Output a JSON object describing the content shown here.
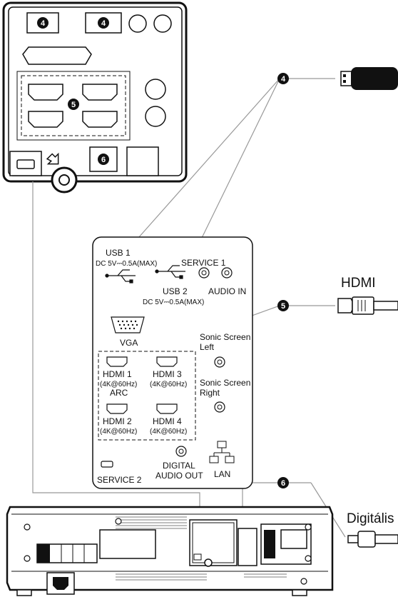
{
  "callouts": {
    "usb": "4",
    "hdmi": "5",
    "optical": "6"
  },
  "panel": {
    "usb1_label": "USB 1",
    "usb1_spec": "DC 5V⎓0.5A(MAX)",
    "service1_label": "SERVICE 1",
    "audio_in_label": "AUDIO IN",
    "usb2_label": "USB 2",
    "usb2_spec": "DC 5V⎓0.5A(MAX)",
    "vga_label": "VGA",
    "sonic_left_line1": "Sonic Screen",
    "sonic_left_line2": "Left",
    "sonic_right_line1": "Sonic Screen",
    "sonic_right_line2": "Right",
    "hdmi1_label": "HDMI 1",
    "hdmi1_spec": "(4K@60Hz)",
    "hdmi1_arc": "ARC",
    "hdmi3_label": "HDMI 3",
    "hdmi3_spec": "(4K@60Hz)",
    "hdmi2_label": "HDMI 2",
    "hdmi2_spec": "(4K@60Hz)",
    "hdmi4_label": "HDMI 4",
    "hdmi4_spec": "(4K@60Hz)",
    "digital_audio_line1": "DIGITAL",
    "digital_audio_line2": "AUDIO OUT",
    "service2_label": "SERVICE 2",
    "lan_label": "LAN"
  },
  "devices": {
    "hdmi_label": "HDMI",
    "digital_label": "Digitális"
  },
  "colors": {
    "line": "#111111",
    "leader": "#999999",
    "body": "#ffffff"
  }
}
